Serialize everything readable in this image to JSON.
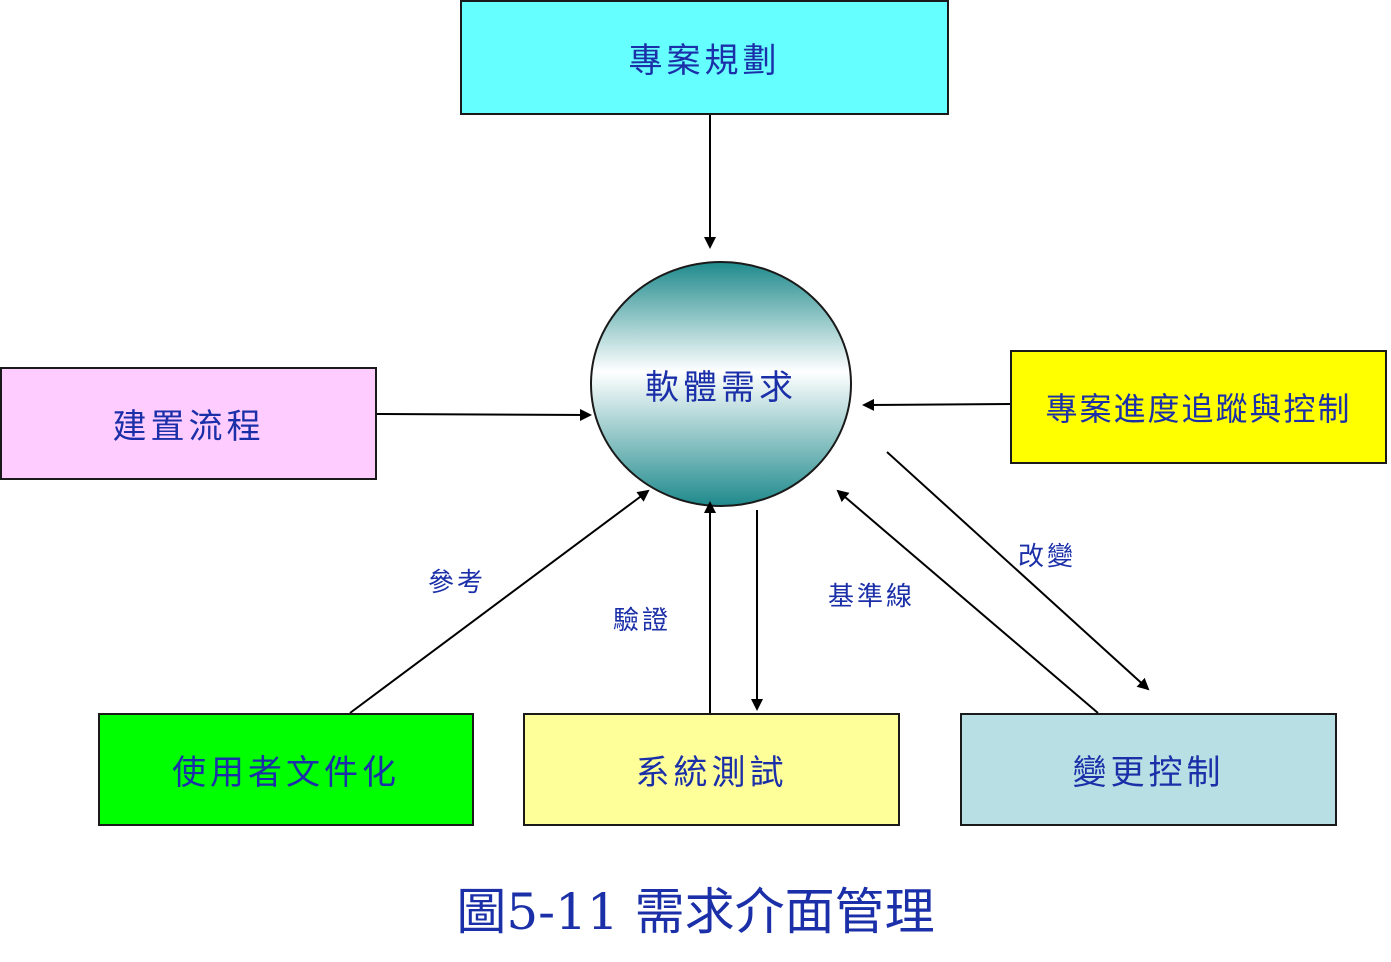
{
  "nodes": {
    "center": "軟體需求",
    "planning": "專案規劃",
    "process": "建置流程",
    "tracking": "專案進度追蹤與控制",
    "userdoc": "使用者文件化",
    "testing": "系統測試",
    "change_control": "變更控制"
  },
  "edge_labels": {
    "reference": "參考",
    "verify": "驗證",
    "baseline": "基準線",
    "change": "改變"
  },
  "caption": "圖5-11 需求介面管理",
  "colors": {
    "planning": "#66ffff",
    "process": "#ffccff",
    "tracking": "#ffff00",
    "userdoc": "#00ff00",
    "testing": "#ffff99",
    "change_control": "#b8dfe3",
    "center_dark": "#1f8a8c",
    "text": "#1a2fa8"
  }
}
